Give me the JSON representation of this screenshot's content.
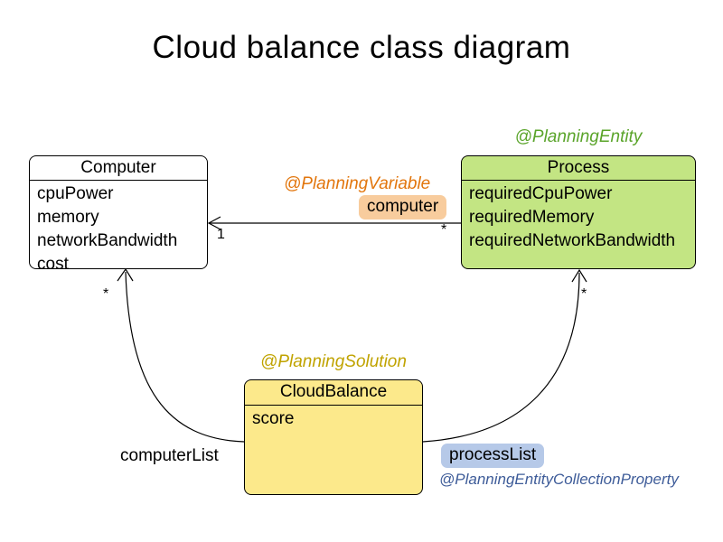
{
  "title": "Cloud balance class diagram",
  "colors": {
    "process_fill": "#c3e583",
    "cloudbalance_fill": "#fce98b",
    "computer_fill": "#ffffff",
    "entity_annotation_text": "#5aa42a",
    "variable_annotation_text": "#e2760d",
    "solution_annotation_text": "#c0a300",
    "collection_annotation_text": "#3e5c99",
    "computer_badge_bg": "#f8cc9d",
    "processlist_badge_bg": "#b6c9e8",
    "line_color": "#000000"
  },
  "classes": {
    "computer": {
      "name": "Computer",
      "attributes": [
        "cpuPower",
        "memory",
        "networkBandwidth",
        "cost"
      ]
    },
    "process": {
      "name": "Process",
      "annotation": "@PlanningEntity",
      "attributes": [
        "requiredCpuPower",
        "requiredMemory",
        "requiredNetworkBandwidth"
      ]
    },
    "cloud_balance": {
      "name": "CloudBalance",
      "annotation": "@PlanningSolution",
      "attributes": [
        "score"
      ]
    }
  },
  "relations": {
    "planning_variable": {
      "annotation": "@PlanningVariable",
      "label": "computer",
      "multiplicity_computer_end": "1",
      "multiplicity_process_end": "*"
    },
    "computer_list": {
      "label": "computerList",
      "multiplicity_computer_end": "*"
    },
    "process_list": {
      "label": "processList",
      "annotation": "@PlanningEntityCollectionProperty",
      "multiplicity_process_end": "*"
    }
  }
}
